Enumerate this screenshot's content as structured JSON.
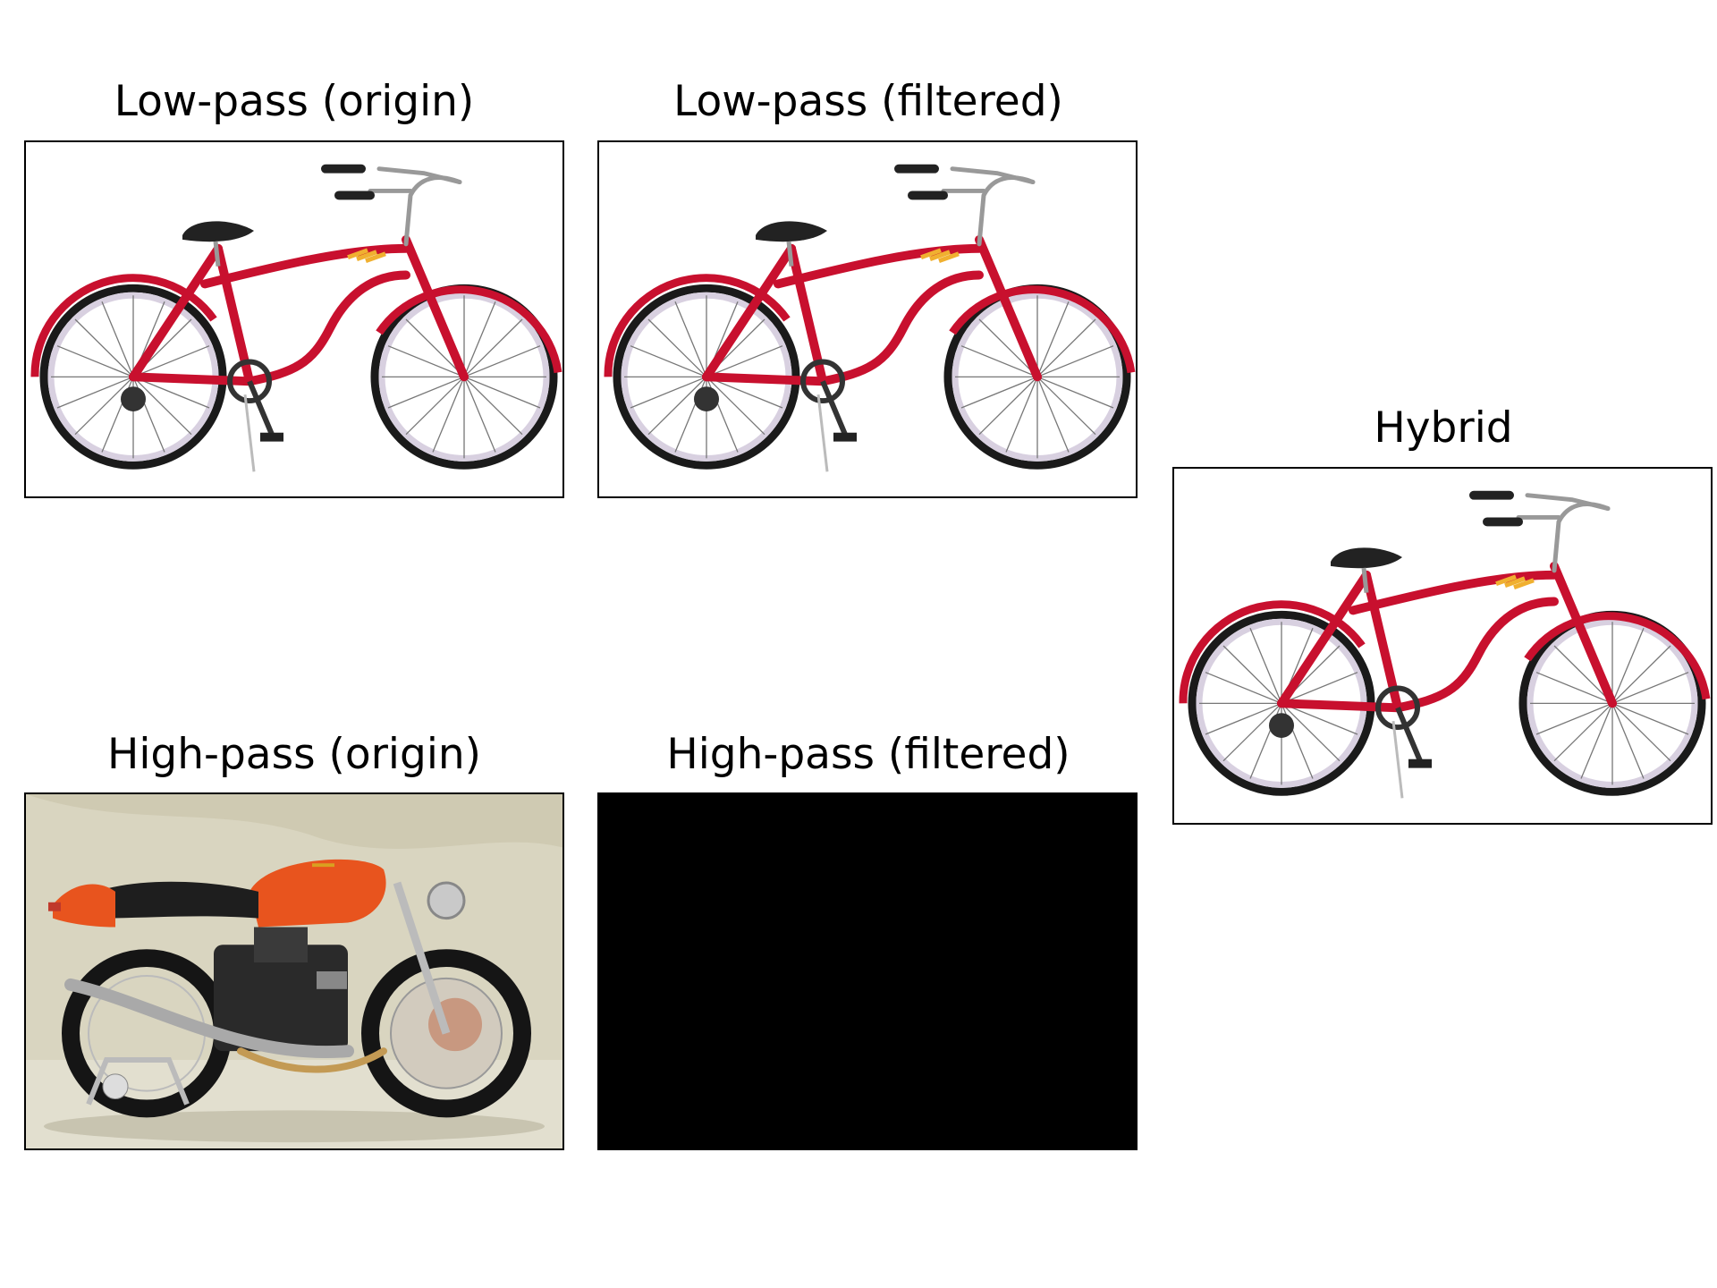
{
  "figure": {
    "panels": [
      {
        "id": "lowpass-origin",
        "title": "Low-pass (origin)",
        "content": "bicycle"
      },
      {
        "id": "lowpass-filtered",
        "title": "Low-pass (filtered)",
        "content": "bicycle"
      },
      {
        "id": "hybrid",
        "title": "Hybrid",
        "content": "bicycle"
      },
      {
        "id": "highpass-origin",
        "title": "High-pass (origin)",
        "content": "motorcycle"
      },
      {
        "id": "highpass-filtered",
        "title": "High-pass (filtered)",
        "content": "black"
      }
    ]
  },
  "colors": {
    "bike_frame": "#c8102e",
    "tire": "#1a1a1a",
    "wall_white": "#e6e6ea",
    "moto_tank": "#e8541e",
    "moto_backdrop": "#d9d5c0",
    "filtered_black": "#000000"
  }
}
